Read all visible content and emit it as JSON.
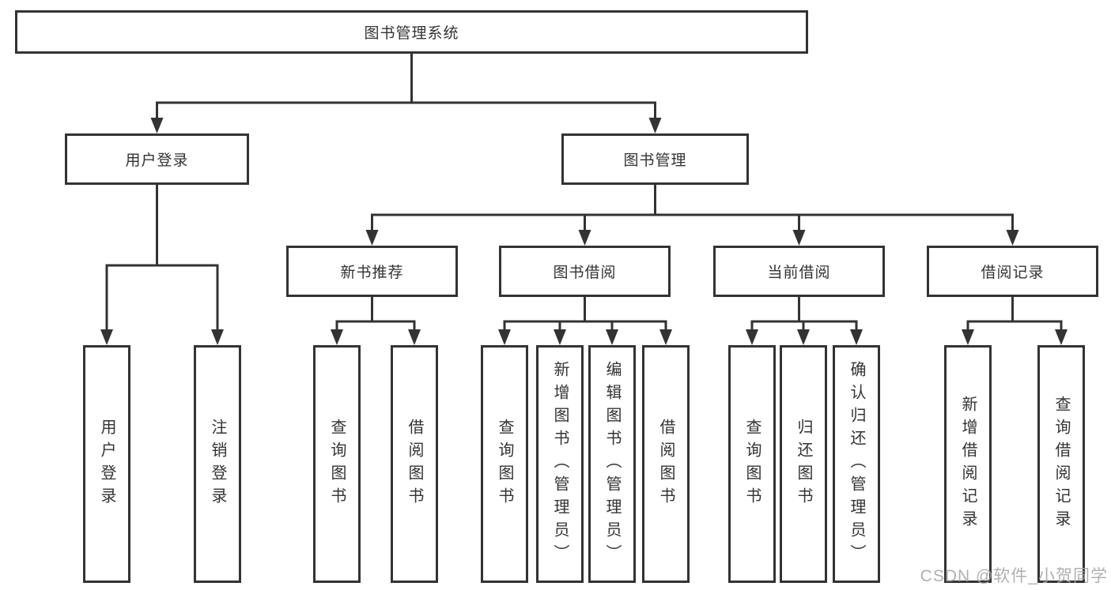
{
  "diagram": {
    "watermark": "CSDN @软件_小贺同学",
    "colors": {
      "line": "#333333",
      "text": "#333333",
      "box_background": "#ffffff",
      "page_background": "#ffffff",
      "watermark": "#a8a8a8"
    },
    "tree": {
      "label": "图书管理系统",
      "children": [
        {
          "label": "用户登录",
          "children": [
            {
              "label": "用户登录"
            },
            {
              "label": "注销登录"
            }
          ]
        },
        {
          "label": "图书管理",
          "children": [
            {
              "label": "新书推荐",
              "children": [
                {
                  "label": "查询图书"
                },
                {
                  "label": "借阅图书"
                }
              ]
            },
            {
              "label": "图书借阅",
              "children": [
                {
                  "label": "查询图书"
                },
                {
                  "label": "新增图书（管理员）"
                },
                {
                  "label": "编辑图书（管理员）"
                },
                {
                  "label": "借阅图书"
                }
              ]
            },
            {
              "label": "当前借阅",
              "children": [
                {
                  "label": "查询图书"
                },
                {
                  "label": "归还图书"
                },
                {
                  "label": "确认归还（管理员）"
                }
              ]
            },
            {
              "label": "借阅记录",
              "children": [
                {
                  "label": "新增借阅记录"
                },
                {
                  "label": "查询借阅记录"
                }
              ]
            }
          ]
        }
      ]
    }
  }
}
